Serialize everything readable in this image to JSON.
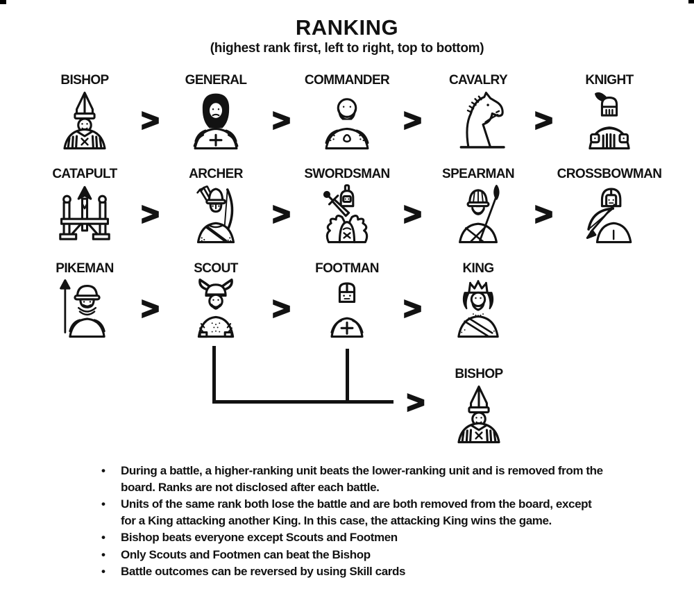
{
  "colors": {
    "ink": "#121212",
    "background": "#ffffff"
  },
  "header": {
    "title": "RANKING",
    "subtitle": "(highest rank first, left to right, top to bottom)"
  },
  "separator_symbol": ">",
  "bullet_char": "•",
  "rows": [
    {
      "units": [
        {
          "label": "BISHOP",
          "icon": "bishop-icon"
        },
        {
          "label": "GENERAL",
          "icon": "general-icon"
        },
        {
          "label": "COMMANDER",
          "icon": "commander-icon"
        },
        {
          "label": "CAVALRY",
          "icon": "cavalry-icon"
        },
        {
          "label": "KNIGHT",
          "icon": "knight-icon"
        }
      ]
    },
    {
      "units": [
        {
          "label": "CATAPULT",
          "icon": "catapult-icon"
        },
        {
          "label": "ARCHER",
          "icon": "archer-icon"
        },
        {
          "label": "SWORDSMAN",
          "icon": "swordsman-icon"
        },
        {
          "label": "SPEARMAN",
          "icon": "spearman-icon"
        },
        {
          "label": "CROSSBOWMAN",
          "icon": "crossbowman-icon"
        }
      ]
    },
    {
      "units": [
        {
          "label": "PIKEMAN",
          "icon": "pikeman-icon"
        },
        {
          "label": "SCOUT",
          "icon": "scout-icon"
        },
        {
          "label": "FOOTMAN",
          "icon": "footman-icon"
        },
        {
          "label": "KING",
          "icon": "king-icon"
        }
      ]
    }
  ],
  "exception": {
    "connects": [
      "SCOUT",
      "FOOTMAN"
    ],
    "target": {
      "label": "BISHOP",
      "icon": "bishop-icon"
    }
  },
  "notes": [
    "During a battle, a higher-ranking unit beats the lower-ranking unit and is removed from the board. Ranks are not disclosed after each battle.",
    "Units of the same rank both lose the battle and are both removed from the board, except for a King attacking another King. In this case, the attacking King wins the game.",
    "Bishop beats everyone except Scouts and Footmen",
    "Only Scouts and Footmen can beat the Bishop",
    "Battle outcomes can be reversed by using Skill cards"
  ]
}
